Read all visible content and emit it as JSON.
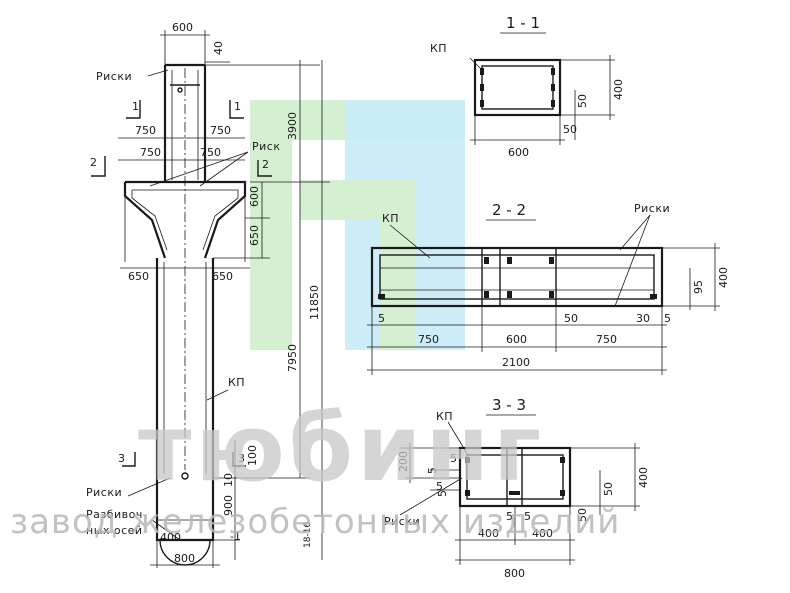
{
  "labels": {
    "riski": "Риски",
    "risk": "Риск",
    "kp": "КП",
    "razbivoch_1": "Разбивоч-",
    "razbivoch_2": "ных осей",
    "sec_1_1": "1 - 1",
    "sec_2_2": "2 - 2",
    "sec_3_3": "3 - 3",
    "cut_1": "1",
    "cut_2": "2",
    "cut_3": "3",
    "cut_minus_1": "-1"
  },
  "dims_column": {
    "top_width": "600",
    "top_40": "40",
    "h_3900": "3900",
    "h_11850": "11850",
    "h_7950": "7950",
    "cut1_left": "750",
    "cut1_right": "750",
    "cut2_left": "750",
    "cut2_right": "750",
    "h_600": "600",
    "h_650": "650",
    "w_650_left": "650",
    "w_650_right": "650",
    "h_100": "100",
    "h_10": "10",
    "h_900": "900",
    "h_1816": "18-16",
    "base_400": "400",
    "base_800": "800"
  },
  "dims_sec11": {
    "h_400": "400",
    "h_50a": "50",
    "h_50b": "50",
    "w_600": "600"
  },
  "dims_sec22": {
    "h_400": "400",
    "h_95": "95",
    "w_5a": "5",
    "w_50": "50",
    "w_30": "30",
    "w_5b": "5",
    "w_750a": "750",
    "w_600": "600",
    "w_750b": "750",
    "w_2100": "2100"
  },
  "dims_sec33": {
    "h_200": "200",
    "h_5a": "5",
    "h_5b": "5",
    "h_5c": "5",
    "h_5d": "5",
    "h_50a": "50",
    "h_50b": "50",
    "h_400": "400",
    "w_5a": "5",
    "w_5b": "5",
    "w_400a": "400",
    "w_400b": "400",
    "w_800": "800"
  },
  "watermark": {
    "brand": "тюбинг",
    "tagline": "завод железобетонных изделий"
  },
  "colors": {
    "line": "#1a1a1a",
    "logo_green": "#d4f0d0",
    "logo_blue": "#c8ecf7",
    "watermark": "#c8c8c8"
  }
}
